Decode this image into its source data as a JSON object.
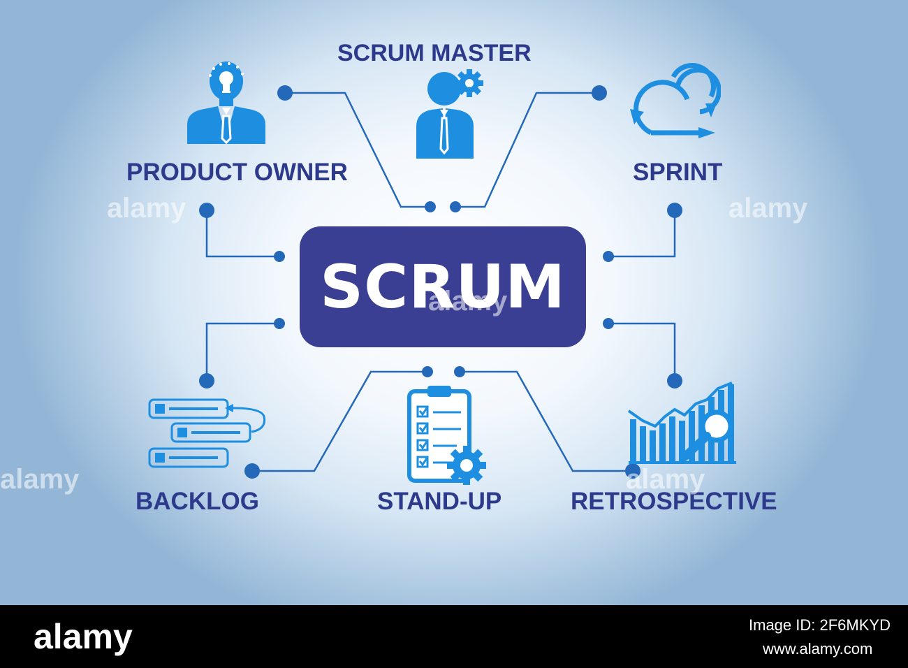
{
  "diagram": {
    "center_label": "SCRUM",
    "nodes": [
      {
        "id": "product-owner",
        "label": "PRODUCT OWNER",
        "icon": "person-lightbulb-icon"
      },
      {
        "id": "scrum-master",
        "label": "SCRUM MASTER",
        "icon": "person-gear-icon"
      },
      {
        "id": "sprint",
        "label": "SPRINT",
        "icon": "sprint-loop-icon"
      },
      {
        "id": "backlog",
        "label": "BACKLOG",
        "icon": "backlog-list-icon"
      },
      {
        "id": "stand-up",
        "label": "STAND-UP",
        "icon": "checklist-gear-icon"
      },
      {
        "id": "retrospective",
        "label": "RETROSPECTIVE",
        "icon": "chart-magnifier-icon"
      }
    ],
    "colors": {
      "accent": "#3a3f93",
      "label": "#2d3a8c",
      "icon": "#1e8fe0",
      "connector": "#2468ba"
    }
  },
  "watermark": "alamy",
  "footer": {
    "brand": "alamy",
    "image_id_line": "Image ID: 2F6MKYD",
    "site": "www.alamy.com"
  }
}
